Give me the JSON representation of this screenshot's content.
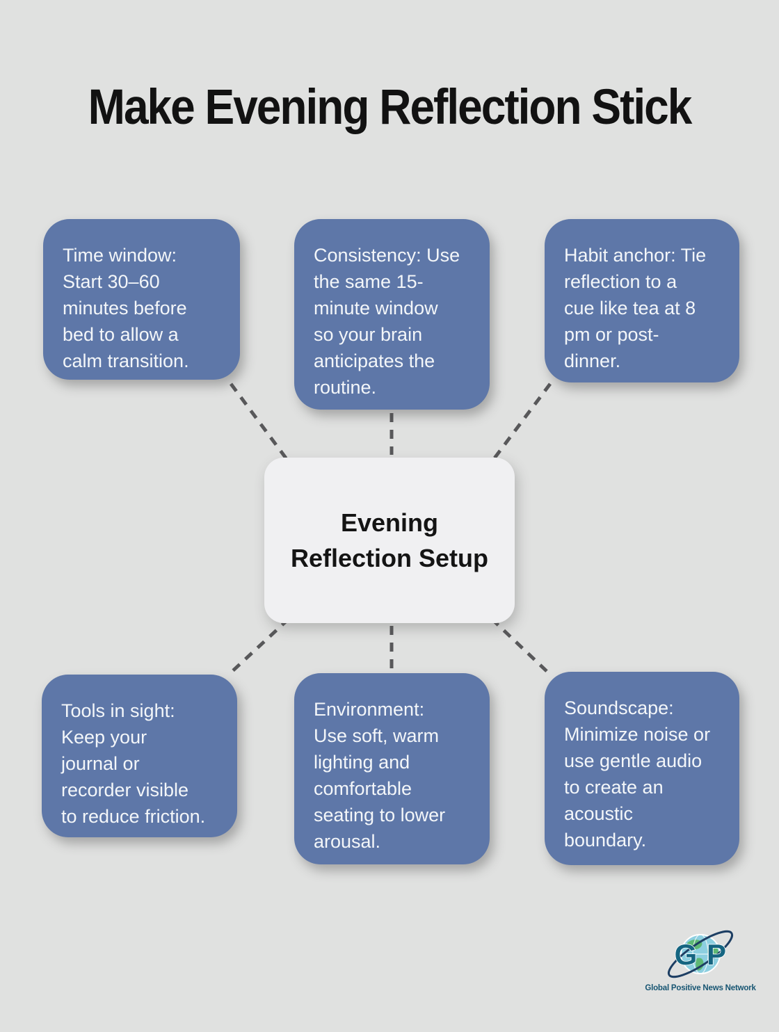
{
  "title": "Make Evening Reflection Stick",
  "center_node": {
    "label": "Evening\nReflection Setup"
  },
  "branches": [
    {
      "position": "top-left",
      "text": "Time window:\nStart 30–60\nminutes before\nbed to allow a\ncalm transition."
    },
    {
      "position": "top-center",
      "text": "Consistency: Use\nthe same 15-\nminute window\nso your brain\nanticipates the\nroutine."
    },
    {
      "position": "top-right",
      "text": "Habit anchor: Tie\nreflection to a\ncue like tea at 8\npm or post-\ndinner."
    },
    {
      "position": "bottom-left",
      "text": "Tools in sight:\nKeep your\njournal or\nrecorder visible\nto reduce friction."
    },
    {
      "position": "bottom-center",
      "text": "Environment:\nUse soft, warm\nlighting and\ncomfortable\nseating to lower\narousal."
    },
    {
      "position": "bottom-right",
      "text": "Soundscape:\nMinimize noise or\nuse gentle audio\nto create an\nacoustic\nboundary."
    }
  ],
  "logo": {
    "monogram_left": "G",
    "monogram_right": "P",
    "caption": "Global Positive News Network"
  },
  "colors": {
    "background": "#e0e1e0",
    "branch_fill": "#5e77a8",
    "branch_text": "#f3f6f9",
    "center_fill": "#f0f0f2",
    "center_text": "#141414",
    "connector": "#58585a",
    "title_text": "#121212",
    "logo_orbit_navy": "#1d3e63",
    "logo_monogram_teal": "#156581",
    "logo_globe_water": "#8ccfe0",
    "logo_globe_land": "#5eb874"
  }
}
